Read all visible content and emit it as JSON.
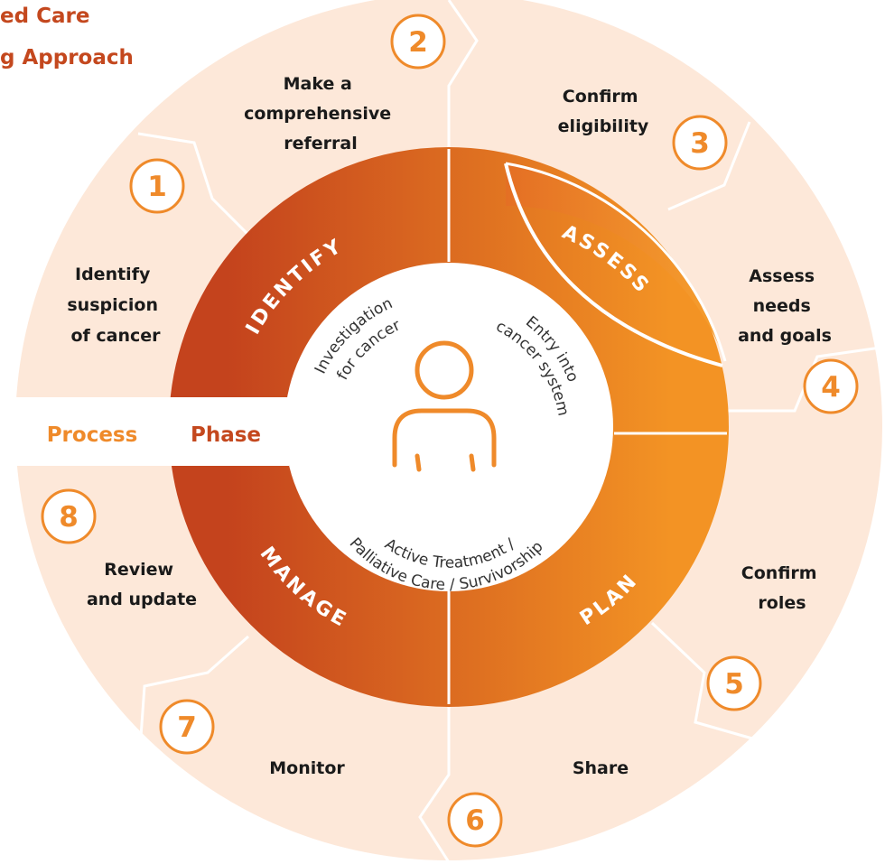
{
  "title": {
    "line1": "ed Care",
    "line2": "g Approach"
  },
  "colors": {
    "outer_ring": "#fde8d9",
    "phase_dark": "#c4431d",
    "phase_light": "#f39324",
    "number_circle": "#ef8a2a",
    "divider": "#ffffff"
  },
  "bar": {
    "process": "Process",
    "phase": "Phase"
  },
  "phases": {
    "identify": "IDENTIFY",
    "assess": "ASSESS",
    "plan": "PLAN",
    "manage": "MANAGE"
  },
  "inner": {
    "investigation": [
      "Investigation",
      "for cancer"
    ],
    "entry": [
      "Entry into",
      "cancer system"
    ],
    "active": [
      "Active Treatment /",
      "Palliative Care / Survivorship"
    ],
    "person_icon": "person-icon"
  },
  "steps": [
    {
      "number": "1",
      "lines": [
        "Identify",
        "suspicion",
        "of cancer"
      ]
    },
    {
      "number": "2",
      "lines": [
        "Make a",
        "comprehensive",
        "referral"
      ]
    },
    {
      "number": "3",
      "lines": [
        "Confirm",
        "eligibility"
      ]
    },
    {
      "number": "4",
      "lines": [
        "Assess",
        "needs",
        "and goals"
      ]
    },
    {
      "number": "5",
      "lines": [
        "Confirm",
        "roles"
      ]
    },
    {
      "number": "6",
      "lines": [
        "Share"
      ]
    },
    {
      "number": "7",
      "lines": [
        "Monitor"
      ]
    },
    {
      "number": "8",
      "lines": [
        "Review",
        "and update"
      ]
    }
  ]
}
